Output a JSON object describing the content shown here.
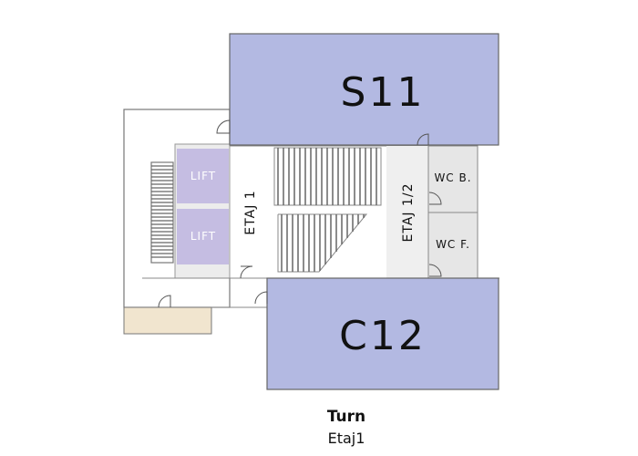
{
  "rooms": {
    "s11": {
      "label": "S11",
      "color": "#b3b9e2"
    },
    "c12": {
      "label": "C12",
      "color": "#b3b9e2"
    },
    "lift_top": {
      "label": "LIFT",
      "color": "#c5bde2"
    },
    "lift_bottom": {
      "label": "LIFT",
      "color": "#c5bde2"
    },
    "wc_b": {
      "label": "WC B."
    },
    "wc_f": {
      "label": "WC F."
    }
  },
  "labels": {
    "etaj_1": "ETAJ 1",
    "etaj_half": "ETAJ 1/2"
  },
  "caption": {
    "title": "Turn",
    "subtitle": "Etaj1"
  },
  "colors": {
    "room_fill": "#b3b9e2",
    "lift_fill": "#c5bde2",
    "wc_fill": "#e6e6e6",
    "corridor_fill": "#ffffff",
    "stair_landing_fill": "#efefef",
    "storage_fill": "#f1e5cf"
  }
}
